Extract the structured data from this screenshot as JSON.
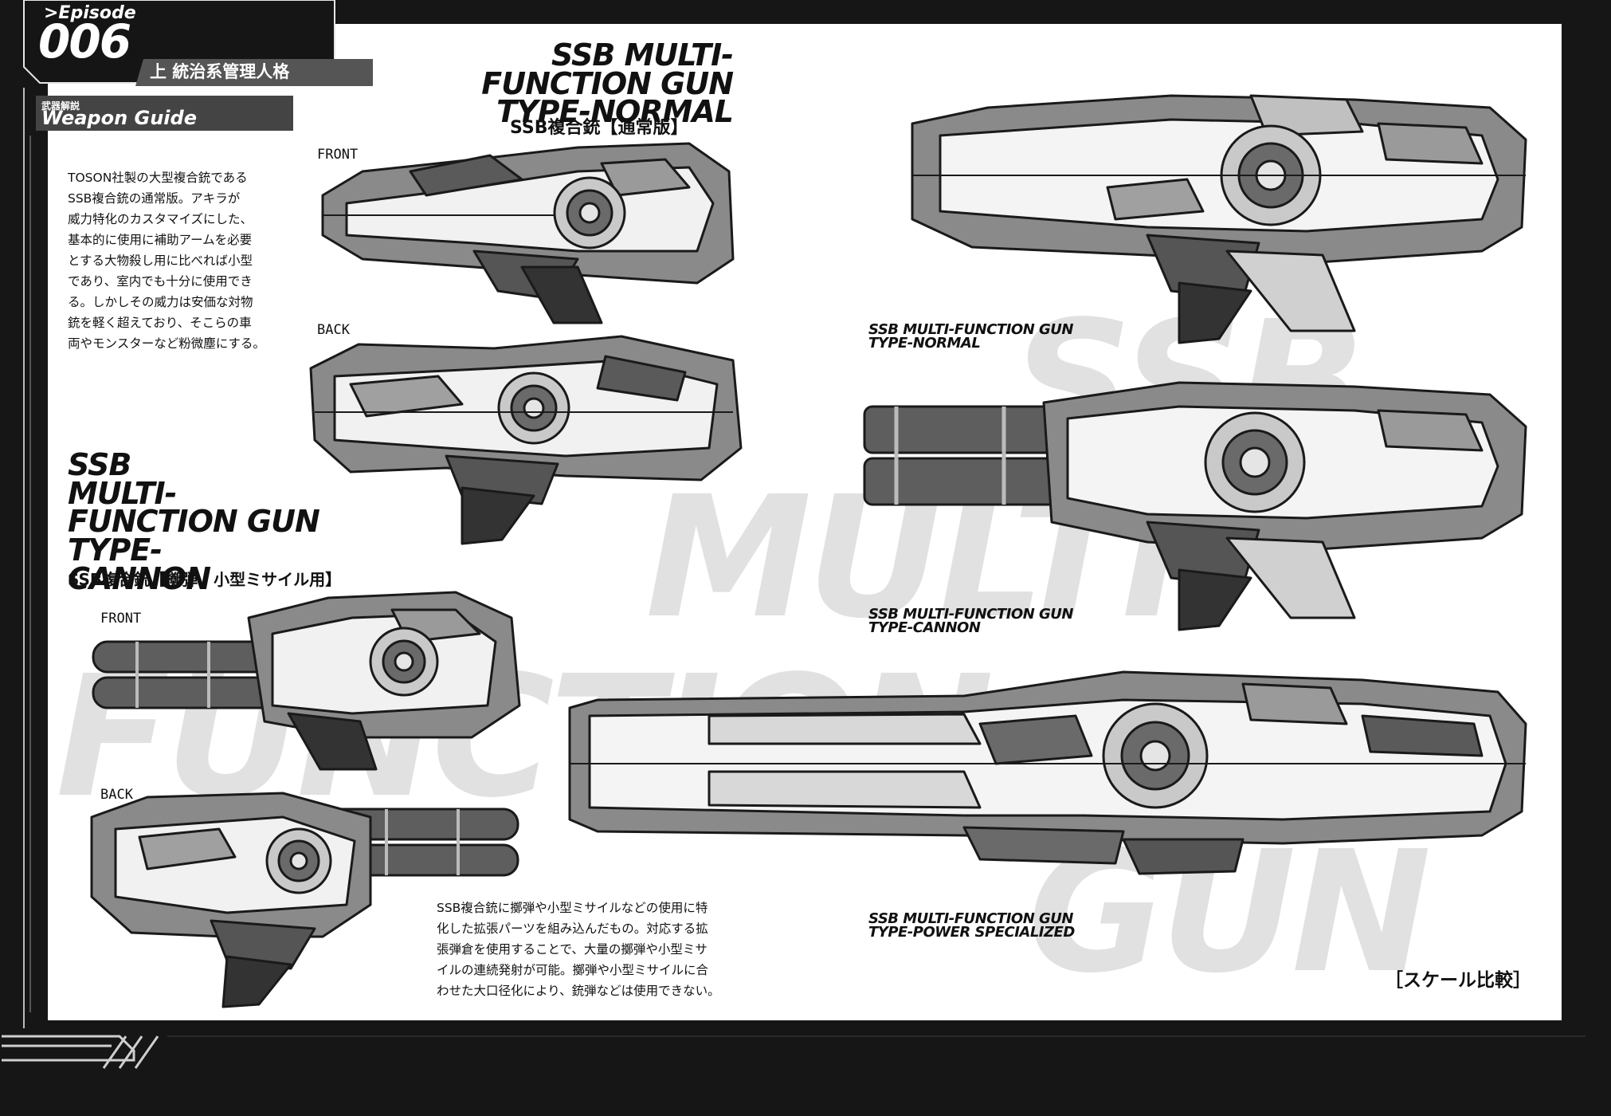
{
  "header": {
    "episode_label": ">Episode",
    "episode_number": "006",
    "chapter": "上 統治系管理人格",
    "section_kanji": "武器解説",
    "section_title": "Weapon Guide"
  },
  "normal": {
    "title": "SSB MULTI-\nFUNCTION GUN\nTYPE-NORMAL",
    "subtitle": "SSB複合銃【通常版】",
    "description": "TOSON社製の大型複合銃である\nSSB複合銃の通常版。アキラが\n威力特化のカスタマイズにした、\n基本的に使用に補助アームを必要\nとする大物殺し用に比べれば小型\nであり、室内でも十分に使用でき\nる。しかしその威力は安価な対物\n銃を軽く超えており、そこらの車\n両やモンスターなど粉微塵にする。",
    "front_label": "FRONT",
    "back_label": "BACK"
  },
  "cannon": {
    "title": "SSB\nMULTI-\nFUNCTION GUN\nTYPE-\nCANNON",
    "subtitle": "SSB複合銃【擲弾・小型ミサイル用】",
    "description": "SSB複合銃に擲弾や小型ミサイルなどの使用に特\n化した拡張パーツを組み込んだもの。対応する拡\n張弾倉を使用することで、大量の擲弾や小型ミサ\nイルの連続発射が可能。擲弾や小型ミサイルに合\nわせた大口径化により、銃弾などは使用できない。",
    "front_label": "FRONT",
    "back_label": "BACK"
  },
  "scale_comparison": {
    "caption_normal": "SSB MULTI-FUNCTION GUN\nTYPE-NORMAL",
    "caption_cannon": "SSB MULTI-FUNCTION GUN\nTYPE-CANNON",
    "caption_power": "SSB MULTI-FUNCTION GUN\nTYPE-POWER SPECIALIZED",
    "label": "［スケール比較］"
  },
  "watermark": {
    "line1": "SSB",
    "line2": "MULTI-",
    "line3": "FUNCTION",
    "line4": "GUN"
  },
  "colors": {
    "frame": "#161616",
    "paper": "#ffffff",
    "ink": "#111111",
    "watermark": "#e1e1e1"
  }
}
